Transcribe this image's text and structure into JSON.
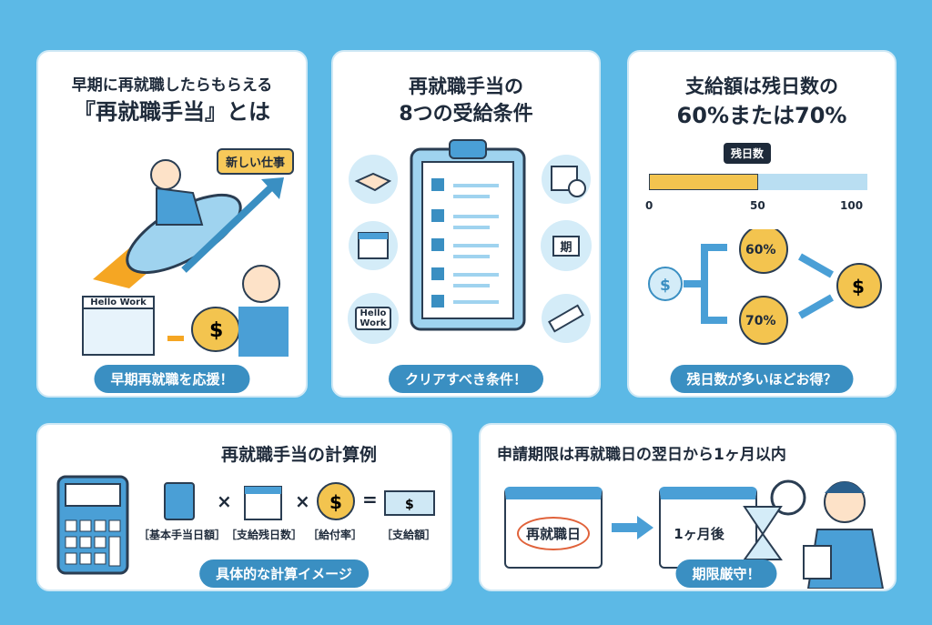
{
  "cards": [
    {
      "title_line1": "早期に再就職したらもらえる",
      "title_line2": "『再就職手当』とは",
      "bubble": "新しい仕事",
      "building_sign": "Hello Work",
      "pill": "早期再就職を応援！"
    },
    {
      "title_line1": "再就職手当の",
      "title_line2": "8つの受給条件",
      "icon_hellowork": "Hello Work",
      "icon_calendar_label": "期",
      "pill": "クリアすべき条件！"
    },
    {
      "title_line1": "支給額は残日数の",
      "title_line2": "60%または70%",
      "marker": "残日数",
      "ticks": [
        "0",
        "50",
        "100"
      ],
      "bar_fill_percent": 50,
      "coin_a": "60%",
      "coin_b": "70%",
      "pill": "残日数が多いほどお得？"
    },
    {
      "title": "再就職手当の計算例",
      "terms": [
        "［基本手当日額］",
        "［支給残日数］",
        "［給付率］",
        "［支給額］"
      ],
      "operators": [
        "×",
        "×",
        "="
      ],
      "pill": "具体的な計算イメージ"
    },
    {
      "title": "申請期限は再就職日の翌日から1ヶ月以内",
      "calendar_a": "再就職日",
      "calendar_b": "1ヶ月後",
      "pill": "期限厳守！"
    }
  ],
  "colors": {
    "background": "#5cb9e6",
    "accent": "#3a8fc2",
    "yellow": "#f3c44f"
  }
}
